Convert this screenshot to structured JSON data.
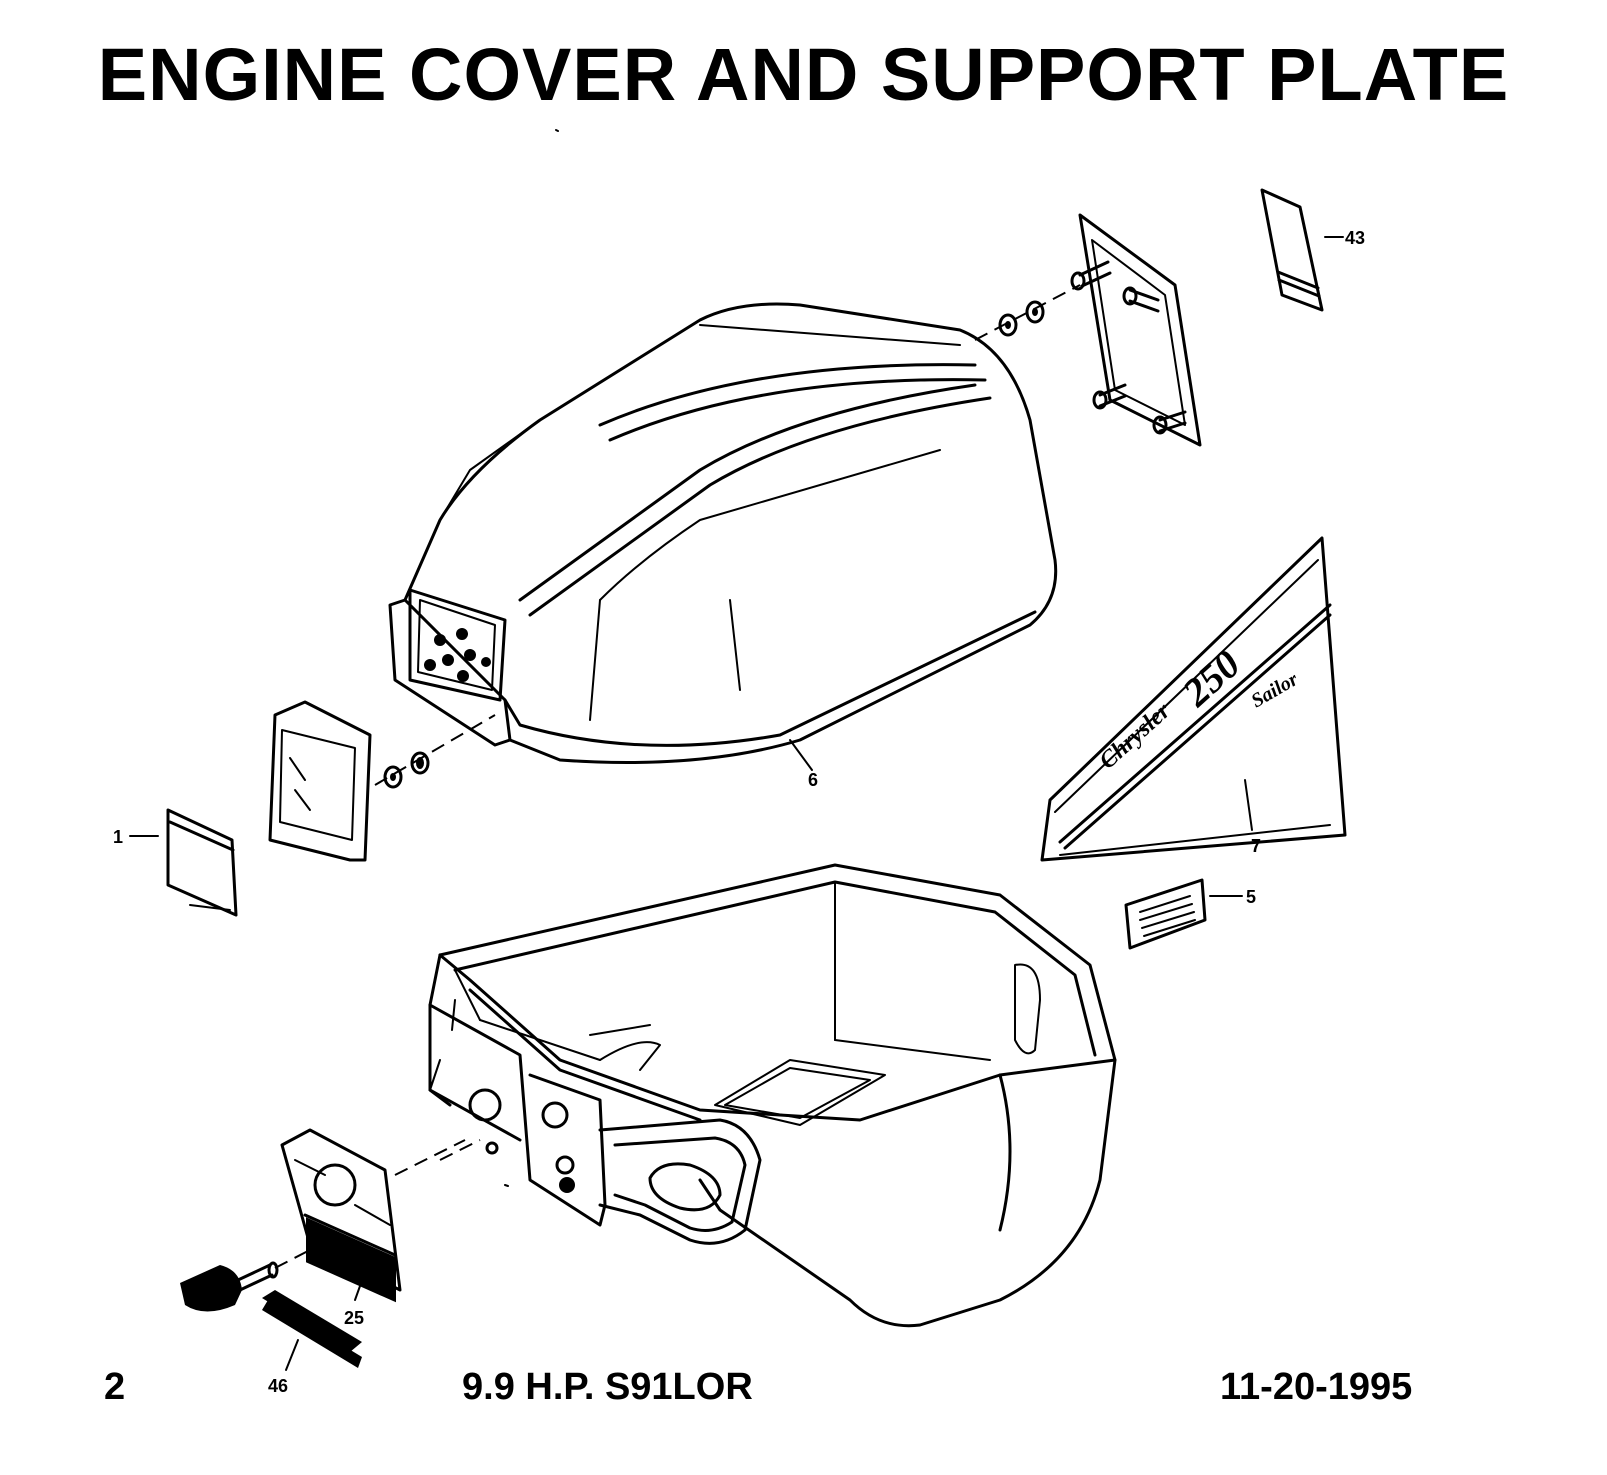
{
  "title": "ENGINE COVER AND SUPPORT PLATE",
  "footer": {
    "page_number": "2",
    "model": "9.9 H.P. S91LOR",
    "date": "11-20-1995"
  },
  "callouts": {
    "c1": "1",
    "c5": "5",
    "c6": "6",
    "c7": "7",
    "c25": "25",
    "c43": "43",
    "c46": "46"
  },
  "decal": {
    "brand": "Chrysler",
    "number": "250",
    "model_name": "Sailor"
  }
}
